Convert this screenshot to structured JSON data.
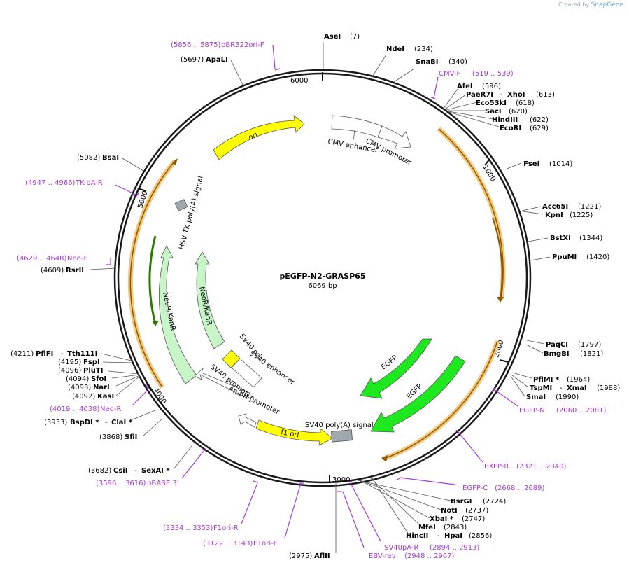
{
  "credit": {
    "created_by": "Created by",
    "brand": "SnapGene"
  },
  "plasmid": {
    "name": "pEGFP-N2-GRASP65",
    "size": "6069 bp"
  },
  "ticks": [
    "1000",
    "2000",
    "3000",
    "4000",
    "5000",
    "6000"
  ],
  "enzymes": [
    {
      "name": "AseI",
      "pos": "(7)"
    },
    {
      "name": "NdeI",
      "pos": "(234)"
    },
    {
      "name": "SnaBI",
      "pos": "(340)"
    },
    {
      "name": "AfeI",
      "pos": "(596)"
    },
    {
      "name": "PaeR7I",
      "name2": "XhoI",
      "pos": "(613)"
    },
    {
      "name": "Eco53kI",
      "pos": "(618)"
    },
    {
      "name": "SacI",
      "pos": "(620)"
    },
    {
      "name": "HindIII",
      "pos": "(622)"
    },
    {
      "name": "EcoRI",
      "pos": "(629)"
    },
    {
      "name": "FseI",
      "pos": "(1014)"
    },
    {
      "name": "Acc65I",
      "pos": "(1221)"
    },
    {
      "name": "KpnI",
      "pos": "(1225)"
    },
    {
      "name": "BstXI",
      "pos": "(1344)"
    },
    {
      "name": "PpuMI",
      "pos": "(1420)"
    },
    {
      "name": "PaqCI",
      "pos": "(1797)"
    },
    {
      "name": "BmgBI",
      "pos": "(1821)"
    },
    {
      "name": "PflMI *",
      "pos": "(1964)"
    },
    {
      "name": "TspMI",
      "name2": "XmaI",
      "pos": "(1988)"
    },
    {
      "name": "SmaI",
      "pos": "(1990)"
    },
    {
      "name": "BsrGI",
      "pos": "(2724)"
    },
    {
      "name": "NotI",
      "pos": "(2737)"
    },
    {
      "name": "XbaI *",
      "pos": "(2747)"
    },
    {
      "name": "MfeI",
      "pos": "(2843)"
    },
    {
      "name": "HincII",
      "name2": "HpaI",
      "pos": "(2856)"
    },
    {
      "name": "AflII",
      "pos": "(2975)"
    },
    {
      "name": "CsiI",
      "name2": "SexAI *",
      "pos": "(3682)"
    },
    {
      "name": "SfiI",
      "pos": "(3868)"
    },
    {
      "name": "BspDI *",
      "name2": "ClaI *",
      "pos": "(3933)"
    },
    {
      "name": "KasI",
      "pos": "(4092)"
    },
    {
      "name": "NarI",
      "pos": "(4093)"
    },
    {
      "name": "SfoI",
      "pos": "(4094)"
    },
    {
      "name": "PluTI",
      "pos": "(4096)"
    },
    {
      "name": "FspI",
      "pos": "(4195)"
    },
    {
      "name": "PflFI",
      "name2": "Tth111I",
      "pos": "(4211)"
    },
    {
      "name": "RsrII",
      "pos": "(4609)"
    },
    {
      "name": "BsaI",
      "pos": "(5082)"
    },
    {
      "name": "ApaLI",
      "pos": "(5697)"
    }
  ],
  "primers": [
    {
      "name": "pBR322ori-F",
      "pos": "(5856 .. 5875)"
    },
    {
      "name": "CMV-F",
      "pos": "(519 .. 539)"
    },
    {
      "name": "TK-pA-R",
      "pos": "(4947 .. 4966)"
    },
    {
      "name": "Neo-F",
      "pos": "(4629 .. 4648)"
    },
    {
      "name": "Neo-R",
      "pos": "(4019 .. 4038)"
    },
    {
      "name": "pBABE 3'",
      "pos": "(3596 .. 3616)"
    },
    {
      "name": "F1ori-R",
      "pos": "(3334 .. 3353)"
    },
    {
      "name": "F1ori-F",
      "pos": "(3122 .. 3143)"
    },
    {
      "name": "EBV-rev",
      "pos": "(2948 .. 2967)"
    },
    {
      "name": "SV40pA-R",
      "pos": "(2894 .. 2913)"
    },
    {
      "name": "EGFP-C",
      "pos": "(2668 .. 2689)"
    },
    {
      "name": "EXFP-R",
      "pos": "(2321 .. 2340)"
    },
    {
      "name": "EGFP-N",
      "pos": "(2060 .. 2081)"
    }
  ],
  "features": {
    "ori": "ori",
    "cmv_enhancer": "CMV enhancer",
    "cmv_promoter": "CMV promoter",
    "hsv_tk_polya": "HSV TK poly(A) signal",
    "neo1": "NeoR/KanR",
    "neo2": "NeoR/KanR",
    "sv40_ori": "SV40 ori",
    "sv40_enhancer": "SV40 enhancer",
    "sv40_promoter": "SV40 promoter",
    "ampr_promoter": "AmpR promoter",
    "f1_ori": "f1 ori",
    "sv40_polya": "SV40 poly(A) signal",
    "egfp1": "EGFP",
    "egfp2": "EGFP"
  },
  "colors": {
    "backbone": "#1a1a1a",
    "primer": "#a23bd6",
    "ori": "#ffff00",
    "orf_highlight": "#f5c77a",
    "orf": "#a06b00",
    "neo": "#c8f5c8",
    "egfp": "#1ee81e",
    "polya": "#a0a8ae"
  }
}
